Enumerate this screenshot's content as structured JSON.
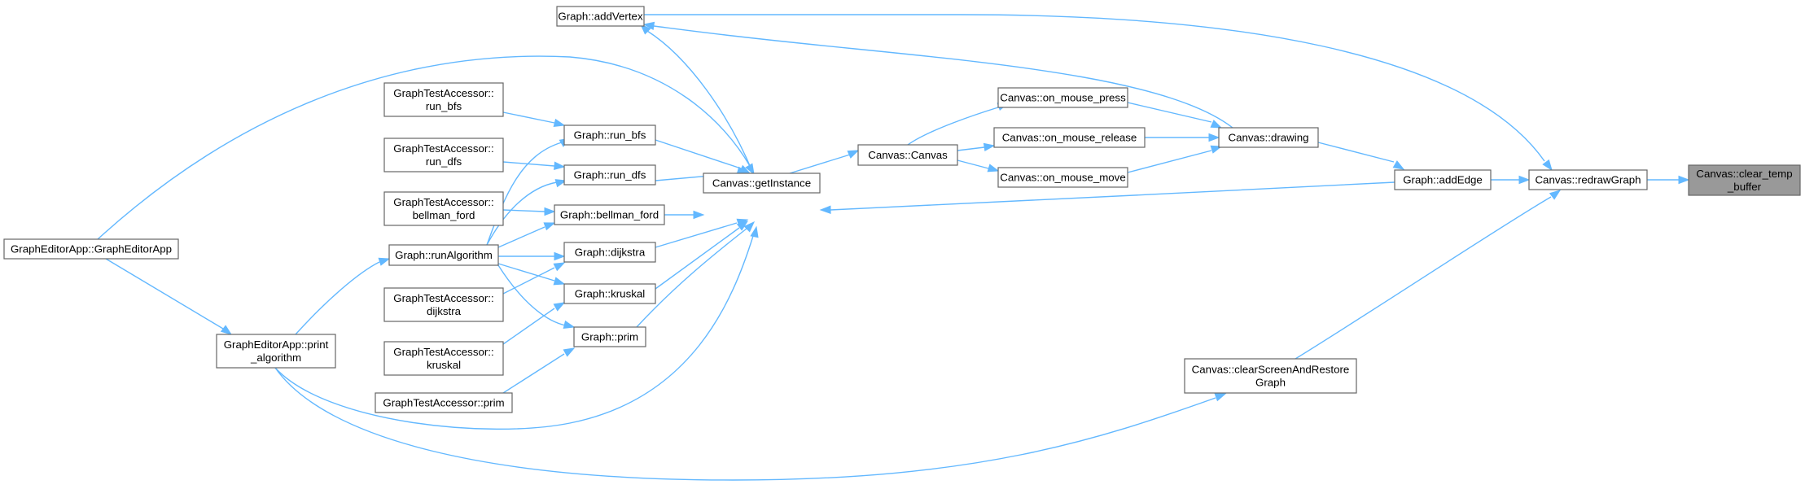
{
  "colors": {
    "edge": "#63b8ff",
    "node_border": "#666666",
    "node_fill": "#ffffff",
    "target_fill": "#999999"
  },
  "nodes": [
    {
      "id": "target",
      "lines": [
        "Canvas::clear_temp",
        "_buffer"
      ],
      "highlight": true
    },
    {
      "id": "redraw",
      "lines": [
        "Canvas::redrawGraph"
      ]
    },
    {
      "id": "addEdge",
      "lines": [
        "Graph::addEdge"
      ]
    },
    {
      "id": "clearScreen",
      "lines": [
        "Canvas::clearScreenAndRestore",
        "Graph"
      ]
    },
    {
      "id": "drawing",
      "lines": [
        "Canvas::drawing"
      ]
    },
    {
      "id": "addVertex",
      "lines": [
        "Graph::addVertex"
      ]
    },
    {
      "id": "onPress",
      "lines": [
        "Canvas::on_mouse_press"
      ]
    },
    {
      "id": "onRelease",
      "lines": [
        "Canvas::on_mouse_release"
      ]
    },
    {
      "id": "onMove",
      "lines": [
        "Canvas::on_mouse_move"
      ]
    },
    {
      "id": "canvas",
      "lines": [
        "Canvas::Canvas"
      ]
    },
    {
      "id": "getInstance",
      "lines": [
        "Canvas::getInstance"
      ]
    },
    {
      "id": "runBfs",
      "lines": [
        "Graph::run_bfs"
      ]
    },
    {
      "id": "runDfs",
      "lines": [
        "Graph::run_dfs"
      ]
    },
    {
      "id": "bellman",
      "lines": [
        "Graph::bellman_ford"
      ]
    },
    {
      "id": "dijkstra",
      "lines": [
        "Graph::dijkstra"
      ]
    },
    {
      "id": "kruskal",
      "lines": [
        "Graph::kruskal"
      ]
    },
    {
      "id": "prim",
      "lines": [
        "Graph::prim"
      ]
    },
    {
      "id": "taBfs",
      "lines": [
        "GraphTestAccessor::",
        "run_bfs"
      ]
    },
    {
      "id": "taDfs",
      "lines": [
        "GraphTestAccessor::",
        "run_dfs"
      ]
    },
    {
      "id": "taBellman",
      "lines": [
        "GraphTestAccessor::",
        "bellman_ford"
      ]
    },
    {
      "id": "runAlg",
      "lines": [
        "Graph::runAlgorithm"
      ]
    },
    {
      "id": "taDijkstra",
      "lines": [
        "GraphTestAccessor::",
        "dijkstra"
      ]
    },
    {
      "id": "taKruskal",
      "lines": [
        "GraphTestAccessor::",
        "kruskal"
      ]
    },
    {
      "id": "taPrim",
      "lines": [
        "GraphTestAccessor::prim"
      ]
    },
    {
      "id": "printAlg",
      "lines": [
        "GraphEditorApp::print",
        "_algorithm"
      ]
    },
    {
      "id": "app",
      "lines": [
        "GraphEditorApp::GraphEditorApp"
      ]
    }
  ],
  "edges": [
    {
      "from": "redraw",
      "to": "target"
    },
    {
      "from": "addEdge",
      "to": "redraw"
    },
    {
      "from": "clearScreen",
      "to": "redraw"
    },
    {
      "from": "addVertex",
      "to": "redraw"
    },
    {
      "from": "drawing",
      "to": "addEdge"
    },
    {
      "from": "drawing",
      "to": "addVertex"
    },
    {
      "from": "onPress",
      "to": "drawing"
    },
    {
      "from": "onRelease",
      "to": "drawing"
    },
    {
      "from": "onMove",
      "to": "drawing"
    },
    {
      "from": "canvas",
      "to": "onPress"
    },
    {
      "from": "canvas",
      "to": "onRelease"
    },
    {
      "from": "canvas",
      "to": "onMove"
    },
    {
      "from": "getInstance",
      "to": "canvas"
    },
    {
      "from": "addEdge",
      "to": "getInstance"
    },
    {
      "from": "getInstance",
      "to": "addVertex"
    },
    {
      "from": "runBfs",
      "to": "getInstance"
    },
    {
      "from": "runDfs",
      "to": "getInstance"
    },
    {
      "from": "bellman",
      "to": "getInstance"
    },
    {
      "from": "dijkstra",
      "to": "getInstance"
    },
    {
      "from": "kruskal",
      "to": "getInstance"
    },
    {
      "from": "prim",
      "to": "getInstance"
    },
    {
      "from": "app",
      "to": "getInstance"
    },
    {
      "from": "printAlg",
      "to": "getInstance"
    },
    {
      "from": "taBfs",
      "to": "runBfs"
    },
    {
      "from": "taDfs",
      "to": "runDfs"
    },
    {
      "from": "taBellman",
      "to": "bellman"
    },
    {
      "from": "taDijkstra",
      "to": "dijkstra"
    },
    {
      "from": "taKruskal",
      "to": "kruskal"
    },
    {
      "from": "taPrim",
      "to": "prim"
    },
    {
      "from": "runAlg",
      "to": "runBfs"
    },
    {
      "from": "runAlg",
      "to": "runDfs"
    },
    {
      "from": "runAlg",
      "to": "bellman"
    },
    {
      "from": "runAlg",
      "to": "dijkstra"
    },
    {
      "from": "runAlg",
      "to": "kruskal"
    },
    {
      "from": "runAlg",
      "to": "prim"
    },
    {
      "from": "printAlg",
      "to": "runAlg"
    },
    {
      "from": "app",
      "to": "printAlg"
    },
    {
      "from": "printAlg",
      "to": "clearScreen"
    }
  ]
}
